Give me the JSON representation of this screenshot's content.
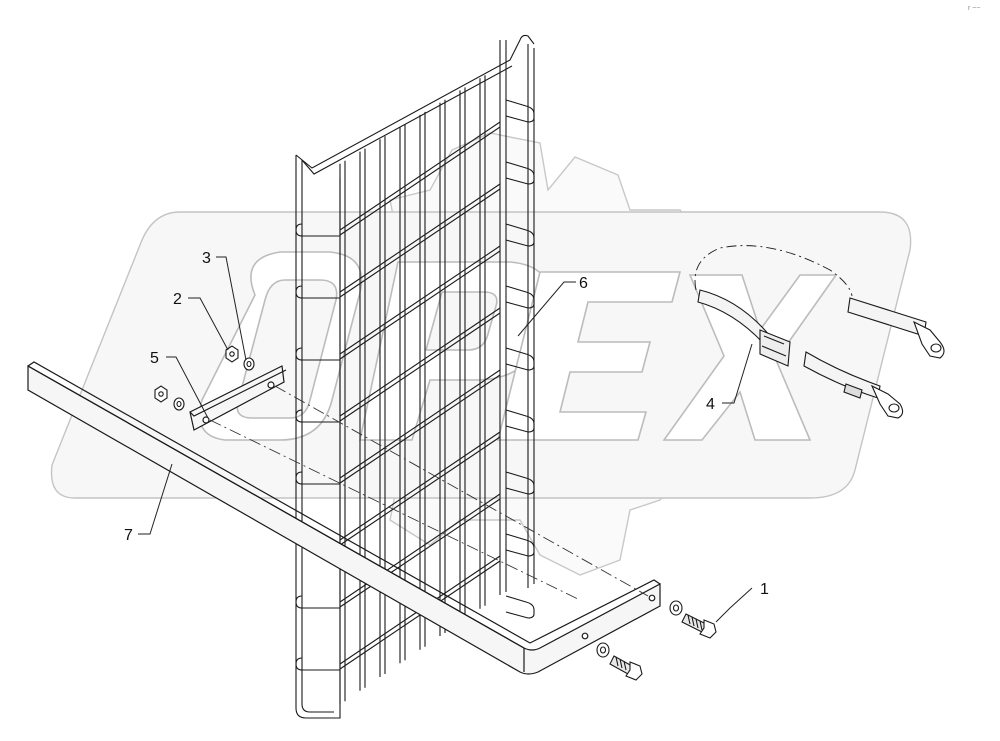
{
  "watermark": {
    "text": "OPEX",
    "color": "#e6e6e6",
    "stroke": "#bdbdbd"
  },
  "colors": {
    "line": "#1a1a1a",
    "part_fill": "#f4f4f4",
    "leader": "#222222"
  },
  "callouts": [
    {
      "id": "1",
      "label": "1"
    },
    {
      "id": "2",
      "label": "2"
    },
    {
      "id": "3",
      "label": "3"
    },
    {
      "id": "4",
      "label": "4"
    },
    {
      "id": "5",
      "label": "5"
    },
    {
      "id": "6",
      "label": "6"
    },
    {
      "id": "7",
      "label": "7"
    }
  ],
  "corner_mark": "r ~~"
}
